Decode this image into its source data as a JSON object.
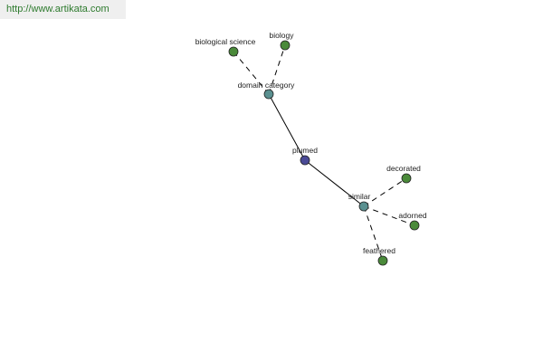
{
  "header": {
    "url": "http://www.artikata.com"
  },
  "graph": {
    "colors": {
      "center": "#4a4a96",
      "hub": "#5a9090",
      "leaf": "#4a8a3a",
      "edge": "#000000"
    },
    "nodes": [
      {
        "id": "plumed",
        "label": "plumed",
        "kind": "center"
      },
      {
        "id": "domain_category",
        "label": "domain category",
        "kind": "hub"
      },
      {
        "id": "similar",
        "label": "similar",
        "kind": "hub"
      },
      {
        "id": "biological_science",
        "label": "biological science",
        "kind": "leaf"
      },
      {
        "id": "biology",
        "label": "biology",
        "kind": "leaf"
      },
      {
        "id": "decorated",
        "label": "decorated",
        "kind": "leaf"
      },
      {
        "id": "adorned",
        "label": "adorned",
        "kind": "leaf"
      },
      {
        "id": "feathered",
        "label": "feathered",
        "kind": "leaf"
      }
    ],
    "edges": [
      {
        "from": "plumed",
        "to": "domain_category",
        "style": "solid"
      },
      {
        "from": "plumed",
        "to": "similar",
        "style": "solid"
      },
      {
        "from": "domain_category",
        "to": "biological_science",
        "style": "dashed"
      },
      {
        "from": "domain_category",
        "to": "biology",
        "style": "dashed"
      },
      {
        "from": "similar",
        "to": "decorated",
        "style": "dashed"
      },
      {
        "from": "similar",
        "to": "adorned",
        "style": "dashed"
      },
      {
        "from": "similar",
        "to": "feathered",
        "style": "dashed"
      }
    ]
  }
}
